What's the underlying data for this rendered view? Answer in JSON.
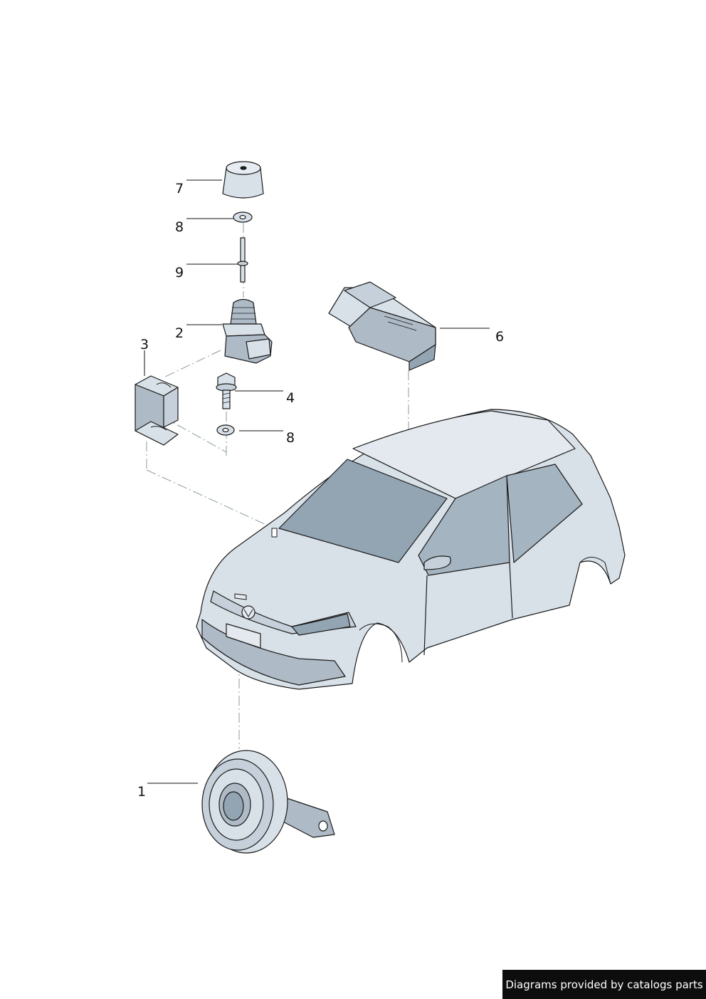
{
  "callouts": {
    "c1": "1",
    "c2": "2",
    "c3": "3",
    "c4": "4",
    "c6": "6",
    "c7": "7",
    "c8a": "8",
    "c8b": "8",
    "c9": "9"
  },
  "credit": "Diagrams provided by catalogs parts",
  "colors": {
    "part_fill": "#d9e1e8",
    "part_shade": "#aebbc7",
    "glass": "#93a4b2",
    "stroke": "#1a1a1a",
    "leader": "#8b9aa6"
  }
}
